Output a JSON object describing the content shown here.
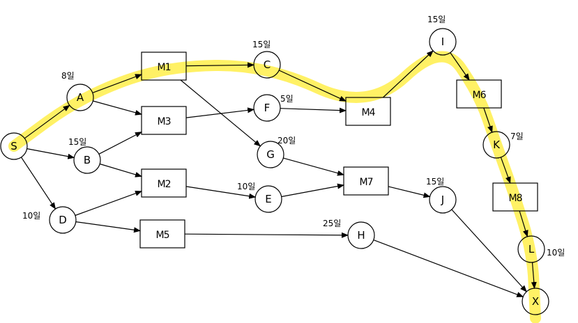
{
  "colors": {
    "critical_path": "#ffef4a",
    "line": "#000000",
    "background": "#ffffff"
  },
  "events": [
    {
      "id": "S",
      "label": "S",
      "duration": "",
      "on_critical": true
    },
    {
      "id": "A",
      "label": "A",
      "duration": "8일",
      "on_critical": true
    },
    {
      "id": "B",
      "label": "B",
      "duration": "15일",
      "on_critical": false
    },
    {
      "id": "C",
      "label": "C",
      "duration": "15일",
      "on_critical": true
    },
    {
      "id": "D",
      "label": "D",
      "duration": "10일",
      "on_critical": false
    },
    {
      "id": "E",
      "label": "E",
      "duration": "10일",
      "on_critical": false
    },
    {
      "id": "F",
      "label": "F",
      "duration": "5일",
      "on_critical": false
    },
    {
      "id": "G",
      "label": "G",
      "duration": "20일",
      "on_critical": false
    },
    {
      "id": "H",
      "label": "H",
      "duration": "25일",
      "on_critical": false
    },
    {
      "id": "I",
      "label": "I",
      "duration": "15일",
      "on_critical": true
    },
    {
      "id": "J",
      "label": "J",
      "duration": "15일",
      "on_critical": false
    },
    {
      "id": "K",
      "label": "K",
      "duration": "7일",
      "on_critical": true
    },
    {
      "id": "L",
      "label": "L",
      "duration": "10일",
      "on_critical": true
    },
    {
      "id": "X",
      "label": "X",
      "duration": "",
      "on_critical": true
    }
  ],
  "milestones": [
    {
      "id": "M1",
      "label": "M1",
      "on_critical": true
    },
    {
      "id": "M2",
      "label": "M2",
      "on_critical": false
    },
    {
      "id": "M3",
      "label": "M3",
      "on_critical": false
    },
    {
      "id": "M4",
      "label": "M4",
      "on_critical": true
    },
    {
      "id": "M5",
      "label": "M5",
      "on_critical": false
    },
    {
      "id": "M6",
      "label": "M6",
      "on_critical": true
    },
    {
      "id": "M7",
      "label": "M7",
      "on_critical": false
    },
    {
      "id": "M8",
      "label": "M8",
      "on_critical": true
    }
  ],
  "edges": [
    {
      "from": "S",
      "to": "A"
    },
    {
      "from": "S",
      "to": "B"
    },
    {
      "from": "S",
      "to": "D"
    },
    {
      "from": "A",
      "to": "M1"
    },
    {
      "from": "A",
      "to": "M3"
    },
    {
      "from": "B",
      "to": "M3"
    },
    {
      "from": "B",
      "to": "M2"
    },
    {
      "from": "D",
      "to": "M2"
    },
    {
      "from": "D",
      "to": "M5"
    },
    {
      "from": "M1",
      "to": "C"
    },
    {
      "from": "M1",
      "to": "G"
    },
    {
      "from": "M3",
      "to": "F"
    },
    {
      "from": "M2",
      "to": "E"
    },
    {
      "from": "M5",
      "to": "H"
    },
    {
      "from": "C",
      "to": "M4"
    },
    {
      "from": "F",
      "to": "M4"
    },
    {
      "from": "G",
      "to": "M7"
    },
    {
      "from": "E",
      "to": "M7"
    },
    {
      "from": "M4",
      "to": "I"
    },
    {
      "from": "M7",
      "to": "J"
    },
    {
      "from": "I",
      "to": "M6"
    },
    {
      "from": "M6",
      "to": "K"
    },
    {
      "from": "K",
      "to": "M8"
    },
    {
      "from": "M8",
      "to": "L"
    },
    {
      "from": "L",
      "to": "X"
    },
    {
      "from": "J",
      "to": "X"
    },
    {
      "from": "H",
      "to": "X"
    }
  ],
  "critical_path": [
    "S",
    "A",
    "M1",
    "C",
    "M4",
    "I",
    "M6",
    "K",
    "M8",
    "L",
    "X"
  ]
}
